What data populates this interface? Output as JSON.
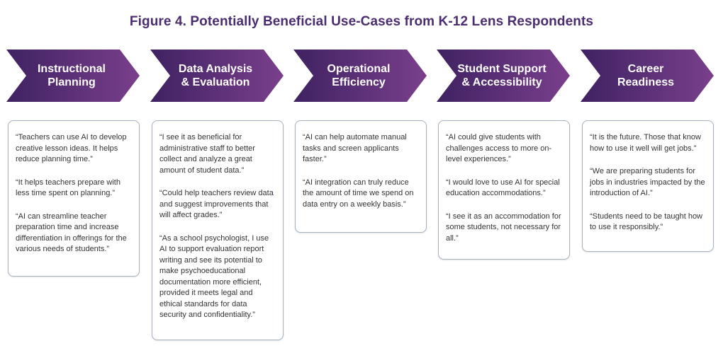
{
  "title": "Figure 4. Potentially Beneficial Use-Cases from K-12 Lens Respondents",
  "colors": {
    "title": "#4a2c6f",
    "chevron_dark": "#3f2262",
    "chevron_light": "#7a3f8c",
    "card_border": "#a7b3c0"
  },
  "columns": [
    {
      "heading": [
        "Instructional",
        "Planning"
      ],
      "quotes": [
        "“Teachers can use AI to develop creative lesson ideas. It helps reduce planning time.”",
        "“It helps teachers prepare with less time spent on planning.”",
        "“AI can streamline teacher preparation time and increase differentiation in offerings for the various needs of students.”"
      ]
    },
    {
      "heading": [
        "Data Analysis",
        "& Evaluation"
      ],
      "quotes": [
        "“I see it as beneficial for administrative staff to better collect and analyze a great amount of student data.”",
        "“Could help teachers review data and suggest improvements that will affect grades.”",
        "“As a school psychologist, I use AI to support evaluation report writing and see its potential to make psychoeducational documentation more efficient, provided it meets legal and ethical standards for data security and confidentiality.”"
      ]
    },
    {
      "heading": [
        "Operational",
        "Efficiency"
      ],
      "quotes": [
        "“AI can help automate manual tasks and screen applicants faster.”",
        "“AI integration can truly reduce the amount of time we spend on data entry on a weekly basis.”"
      ]
    },
    {
      "heading": [
        "Student Support",
        "& Accessibility"
      ],
      "quotes": [
        "“AI could give students with challenges access to more on-level experiences.”",
        "“I would love to use AI for special education accommodations.”",
        "“I see it as an accommodation for some students, not necessary for all.”"
      ]
    },
    {
      "heading": [
        "Career",
        "Readiness"
      ],
      "quotes": [
        "“It is the future. Those that know how to use it well will get jobs.”",
        "“We are preparing students for jobs in industries impacted by the introduction of AI.”",
        "“Students need to be taught how to use it responsibly.”"
      ]
    }
  ]
}
